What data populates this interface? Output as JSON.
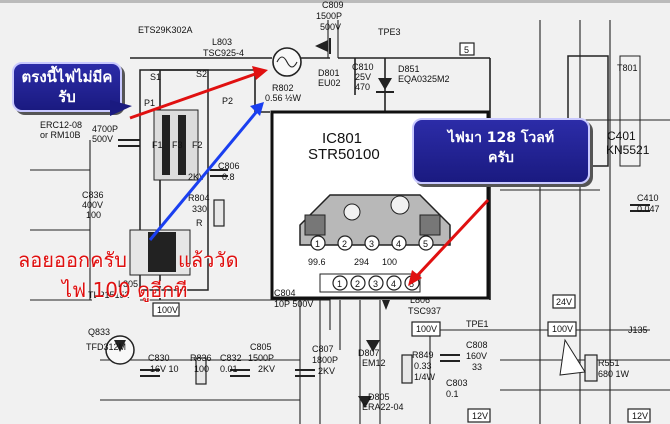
{
  "annotations": {
    "top_left_callout": "ตรงนี้ไฟไม่มีครับ",
    "right_callout_line1": "ไฟมา 128 โวลท์",
    "right_callout_line2": "ครับ",
    "red_note_line1_a": "ลอยออกครับ",
    "red_note_line1_b": "แล้ววัด",
    "red_note_line2": "ไฟ 100 ดูอีกที"
  },
  "schematic": {
    "ic_ref": "IC801",
    "ic_part": "STR50100",
    "labels": {
      "c809": "C809",
      "c809_val1": "1500P",
      "c809_val2": "500V",
      "ets": "ETS29K302A",
      "l803": "L803",
      "l803_val": "TSC925-4",
      "r802": "R802",
      "r802_val": "0.56 ½W",
      "d801": "D801",
      "d801_val": "EU02",
      "c810": "C810",
      "c810_v1": "25V",
      "c810_v2": "470",
      "tpe3": "TPE3",
      "d851": "D851",
      "d851_val": "EQA0325M2",
      "t801": "T801",
      "pin5": "5",
      "c836": "C836",
      "c836_v1": "400V",
      "c836_v2": "100",
      "erc": "ERC12-08",
      "rm1b": "or RM10B",
      "c806": "C806",
      "c806_val": "0.8",
      "r804": "R804",
      "r804_val": "330",
      "l805": "L805",
      "l805_val": "TLP15152",
      "q833": "Q833",
      "q833_val": "TFD312M",
      "c830": "C830",
      "c830_val": "16V 10",
      "r836": "R836",
      "r836_val": "100",
      "c832": "C832",
      "c832_val": "0.01",
      "c805": "C805",
      "c805_v1": "1500P",
      "c805_v2": "2KV",
      "c807": "C807",
      "c807_v1": "1800P",
      "c807_v2": "2KV",
      "c804": "C804",
      "c804_val": "10P 500V",
      "l806": "L806",
      "l806_val": "TSC937",
      "d807": "D807",
      "d807_val": "EM12",
      "r849": "R849",
      "r849_v1": "0.33",
      "r849_v2": "1/4W",
      "c808": "C808",
      "c808_v1": "160V",
      "c808_v2": "33",
      "c803": "C803",
      "c803_val": "0.1",
      "d805": "D805",
      "d805_val": "ERA22-04",
      "tpe1": "TPE1",
      "c401": "C401",
      "c410": "C410",
      "c410_val": "0.047",
      "kn": "KN5521",
      "r551": "R551",
      "r551_val": "680 1W",
      "j135": "J135",
      "v100_a": "100V",
      "v100_b": "100V",
      "v100_c": "100V",
      "v24": "24V",
      "v12": "12V",
      "v12b": "12V",
      "s1": "S1",
      "s2": "S2",
      "p1": "P1",
      "p2": "P2",
      "f1": "F1",
      "f3": "F3",
      "f2": "F2",
      "c4700": "4700P",
      "c4700v": "500V",
      "v_pin1": "99.6",
      "v_pin2": "294",
      "v_pin4": "100",
      "p1n": "1",
      "p2n": "2",
      "p3n": "3",
      "p4n": "4",
      "p5n": "5",
      "ref1": "2KV",
      "f_r": "R"
    }
  }
}
